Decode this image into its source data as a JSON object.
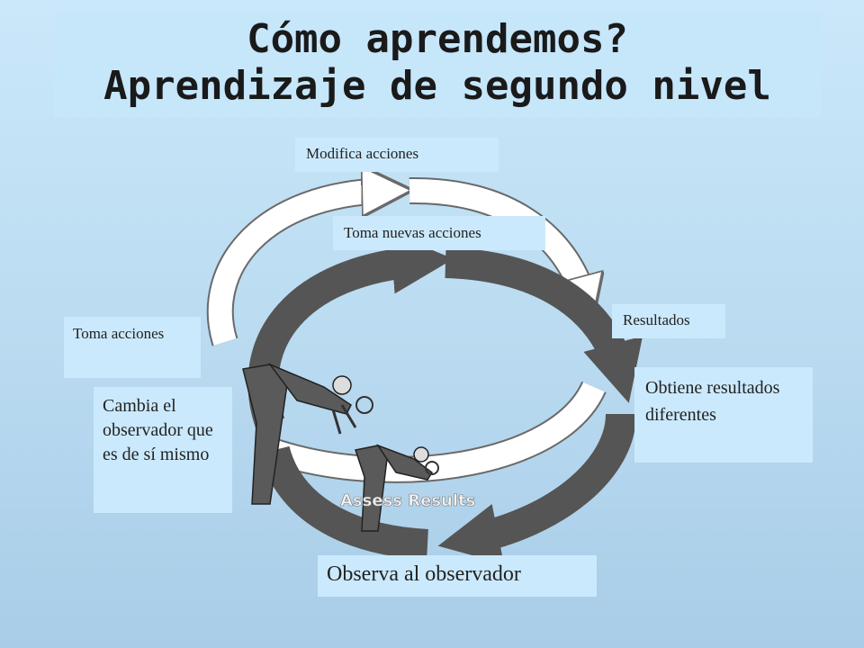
{
  "title": {
    "line1": "Cómo aprendemos?",
    "line2": "Aprendizaje de segundo nivel"
  },
  "labels": {
    "modifica_acciones": "Modifica acciones",
    "toma_nuevas_acciones": "Toma nuevas acciones",
    "resultados": "Resultados",
    "toma_acciones": "Toma acciones",
    "cambia_observador": "Cambia el observador que es de sí mismo",
    "obtiene_resultados": "Obtiene resultados diferentes",
    "observa_observador": "Observa al observador"
  },
  "inner_cycle_caption": "Assess Results",
  "colors": {
    "outer_cycle": "#ffffff",
    "inner_cycle": "#555555",
    "label_background": "#cbe9fc",
    "background": "#b9daf0"
  }
}
